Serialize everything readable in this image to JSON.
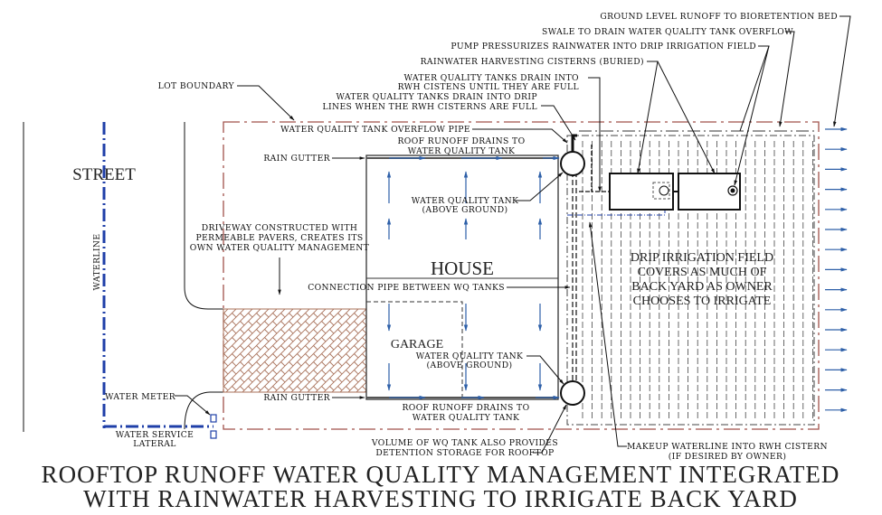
{
  "title": {
    "line1": "ROOFTOP RUNOFF WATER QUALITY MANAGEMENT INTEGRATED",
    "line2": "WITH RAINWATER HARVESTING TO IRRIGATE BACK YARD"
  },
  "areas": {
    "street": "STREET",
    "house": "HOUSE",
    "garage": "GARAGE",
    "waterline": "WATERLINE"
  },
  "labels": {
    "ground_runoff": "GROUND LEVEL RUNOFF TO BIORETENTION BED",
    "swale": "SWALE TO DRAIN WATER QUALITY TANK OVERFLOW",
    "pump": "PUMP PRESSURIZES RAINWATER INTO DRIP IRRIGATION FIELD",
    "cisterns": "RAINWATER HARVESTING CISTERNS (BURIED)",
    "wq_drain_rwh_1": "WATER QUALITY TANKS DRAIN INTO",
    "wq_drain_rwh_2": "RWH CISTENS UNTIL THEY ARE FULL",
    "wq_drain_drip_1": "WATER QUALITY TANKS DRAIN INTO DRIP",
    "wq_drain_drip_2": "LINES WHEN THE RWH CISTERNS ARE FULL",
    "lot_boundary": "LOT BOUNDARY",
    "overflow_pipe": "WATER QUALITY TANK OVERFLOW PIPE",
    "roof_runoff_top_1": "ROOF RUNOFF DRAINS TO",
    "roof_runoff_top_2": "WATER QUALITY TANK",
    "rain_gutter_top": "RAIN GUTTER",
    "wq_tank_top_1": "WATER QUALITY TANK",
    "wq_tank_top_2": "(ABOVE GROUND)",
    "driveway_1": "DRIVEWAY CONSTRUCTED WITH",
    "driveway_2": "PERMEABLE PAVERS, CREATES ITS",
    "driveway_3": "OWN WATER QUALITY MANAGEMENT",
    "connection_pipe": "CONNECTION PIPE BETWEEN WQ TANKS",
    "wq_tank_bottom_1": "WATER QUALITY TANK",
    "wq_tank_bottom_2": "(ABOVE GROUND)",
    "water_meter": "WATER METER",
    "rain_gutter_bottom": "RAIN GUTTER",
    "roof_runoff_bottom_1": "ROOF RUNOFF DRAINS TO",
    "roof_runoff_bottom_2": "WATER QUALITY TANK",
    "water_service_1": "WATER SERVICE",
    "water_service_2": "LATERAL",
    "volume_1": "VOLUME OF WQ TANK ALSO PROVIDES",
    "volume_2": "DETENTION STORAGE FOR ROOFTOP",
    "makeup_1": "MAKEUP WATERLINE INTO RWH CISTERN",
    "makeup_2": "(IF DESIRED BY OWNER)",
    "drip_1": "DRIP IRRIGATION FIELD",
    "drip_2": "COVERS AS MUCH OF",
    "drip_3": "BACK YARD AS OWNER",
    "drip_4": "CHOOSES TO IRRIGATE"
  },
  "colors": {
    "lot_boundary": "#a0524a",
    "waterline": "#1f3fa8",
    "flow_arrows": "#2d5fa8",
    "pavers": "#a8715a",
    "linework": "#111111"
  }
}
